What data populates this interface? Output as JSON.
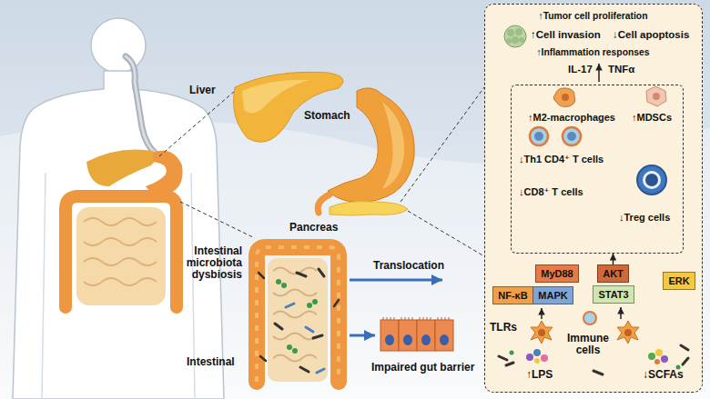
{
  "diagram": {
    "nodes": [
      {
        "text": [
          "↑Tumor cell proliferation",
          "↑Cell invasion",
          "↓Cell apoptosis",
          "↑Inflammation responses"
        ]
      },
      {
        "text": [
          "↑M2-macrophages",
          "↑MDSCs",
          "↓Th1 CD4⁺ T cells",
          "↓CD8⁺ T cells",
          "↓Treg cells"
        ],
        "in": 0
      },
      {
        "text": [
          "MyD88"
        ],
        "in": 0
      },
      {
        "text": [
          "AKT"
        ],
        "in": 0
      },
      {
        "text": [
          "ERK"
        ],
        "in": 0
      },
      {
        "text": [
          "NF-κB"
        ],
        "in": 0
      },
      {
        "text": [
          "MAPK"
        ],
        "in": 0
      },
      {
        "text": [
          "STAT3"
        ],
        "in": 0
      }
    ],
    "edges": [
      {
        "from": 3,
        "to": 1,
        "arrow": "to"
      }
    ],
    "labels": [
      "Liver",
      "Stomach",
      "Pancreas",
      "Intestinal microbiota dysbiosis",
      "Intestinal",
      "Translocation",
      "Impaired gut barrier",
      "IL-17",
      "TNFα",
      "TLRs",
      "Immune cells",
      "↑LPS",
      "↓SCFAs"
    ]
  }
}
